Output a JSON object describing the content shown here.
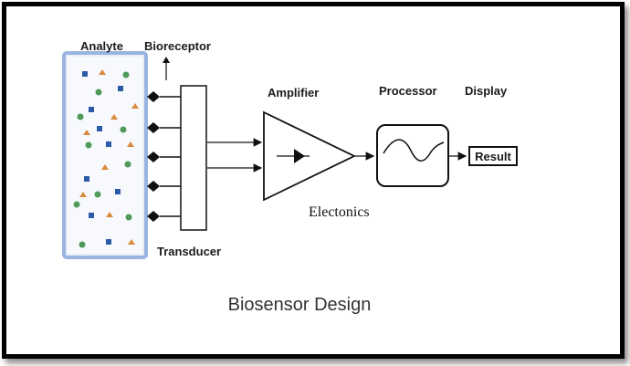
{
  "diagram": {
    "labels": {
      "analyte": "Analyte",
      "bioreceptor": "Bioreceptor",
      "transducer": "Transducer",
      "amplifier": "Amplifier",
      "processor": "Processor",
      "display": "Display",
      "electronics": "Electonics",
      "result": "Result"
    },
    "caption": "Biosensor Design",
    "colors": {
      "analyte_fill": "#e8eef8",
      "analyte_border": "#9ab4e0",
      "square_particle": "#2b5ba8",
      "circle_particle": "#4f9a5a",
      "triangle_particle": "#d98a3c",
      "line": "#111111"
    },
    "icons": [
      "up-arrow-icon",
      "receptor-diamond-icon",
      "amplifier-triangle-icon",
      "signal-wave-icon"
    ]
  }
}
